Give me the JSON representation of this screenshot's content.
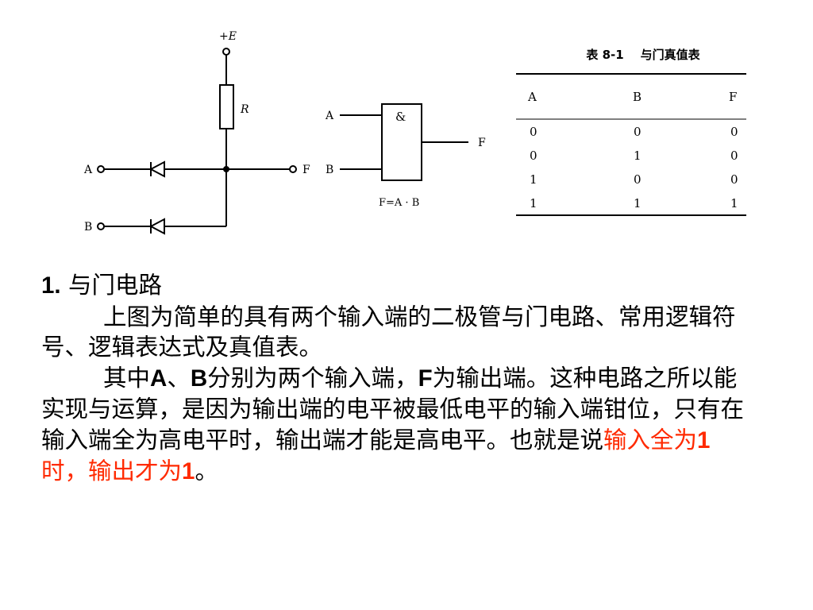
{
  "circuit": {
    "supply_label": "+E",
    "resistor_label": "R",
    "input_a_label": "A",
    "input_b_label": "B",
    "output_label": "F"
  },
  "gate_symbol": {
    "symbol": "&",
    "input_a_label": "A",
    "input_b_label": "B",
    "output_label": "F",
    "expression": "F=A · B"
  },
  "truth_table": {
    "title": "表 8-1    与门真值表",
    "headers": [
      "A",
      "B",
      "F"
    ],
    "rows": [
      [
        "0",
        "0",
        "0"
      ],
      [
        "0",
        "1",
        "0"
      ],
      [
        "1",
        "0",
        "0"
      ],
      [
        "1",
        "1",
        "1"
      ]
    ]
  },
  "text": {
    "heading_number": "1.",
    "heading_title": " 与门电路",
    "para1": "上图为简单的具有两个输入端的二极管与门电路、常用逻辑符号、逻辑表达式及真值表。",
    "para2_a": "其中",
    "para2_A": "A",
    "para2_b": "、",
    "para2_B": "B",
    "para2_c": "分别为两个输入端，",
    "para2_F": "F",
    "para2_d": "为输出端。这种电路之所以能实现与运算，是因为输出端的电平被最低电平的输入端钳位，只有在输入端全为高电平时，输出端才能是高电平。也就是说",
    "para2_hl1": "输入全为",
    "para2_hl_num1": "1",
    "para2_hl2": "时，输出才为",
    "para2_hl_num2": "1",
    "para2_end": "。"
  },
  "colors": {
    "highlight": "#ff2a00"
  }
}
